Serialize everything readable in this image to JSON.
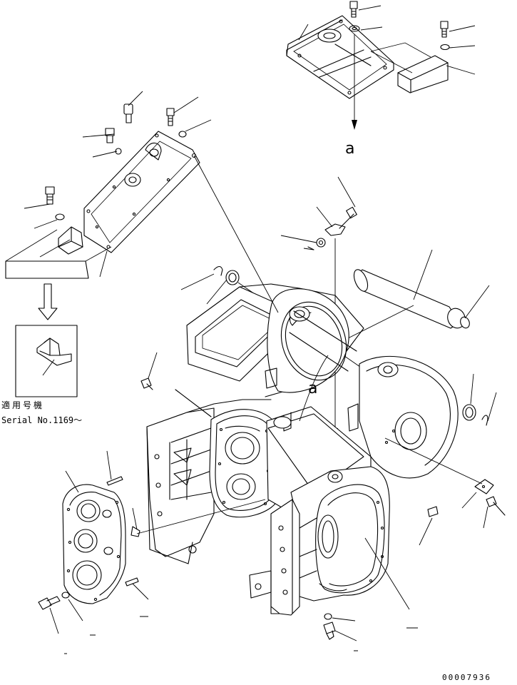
{
  "diagram": {
    "view_labels": {
      "top": "a",
      "middle": "a"
    },
    "serial_note": {
      "japanese": "適用号機",
      "english": "Serial No.1169〜"
    },
    "document_number": "00007936"
  }
}
